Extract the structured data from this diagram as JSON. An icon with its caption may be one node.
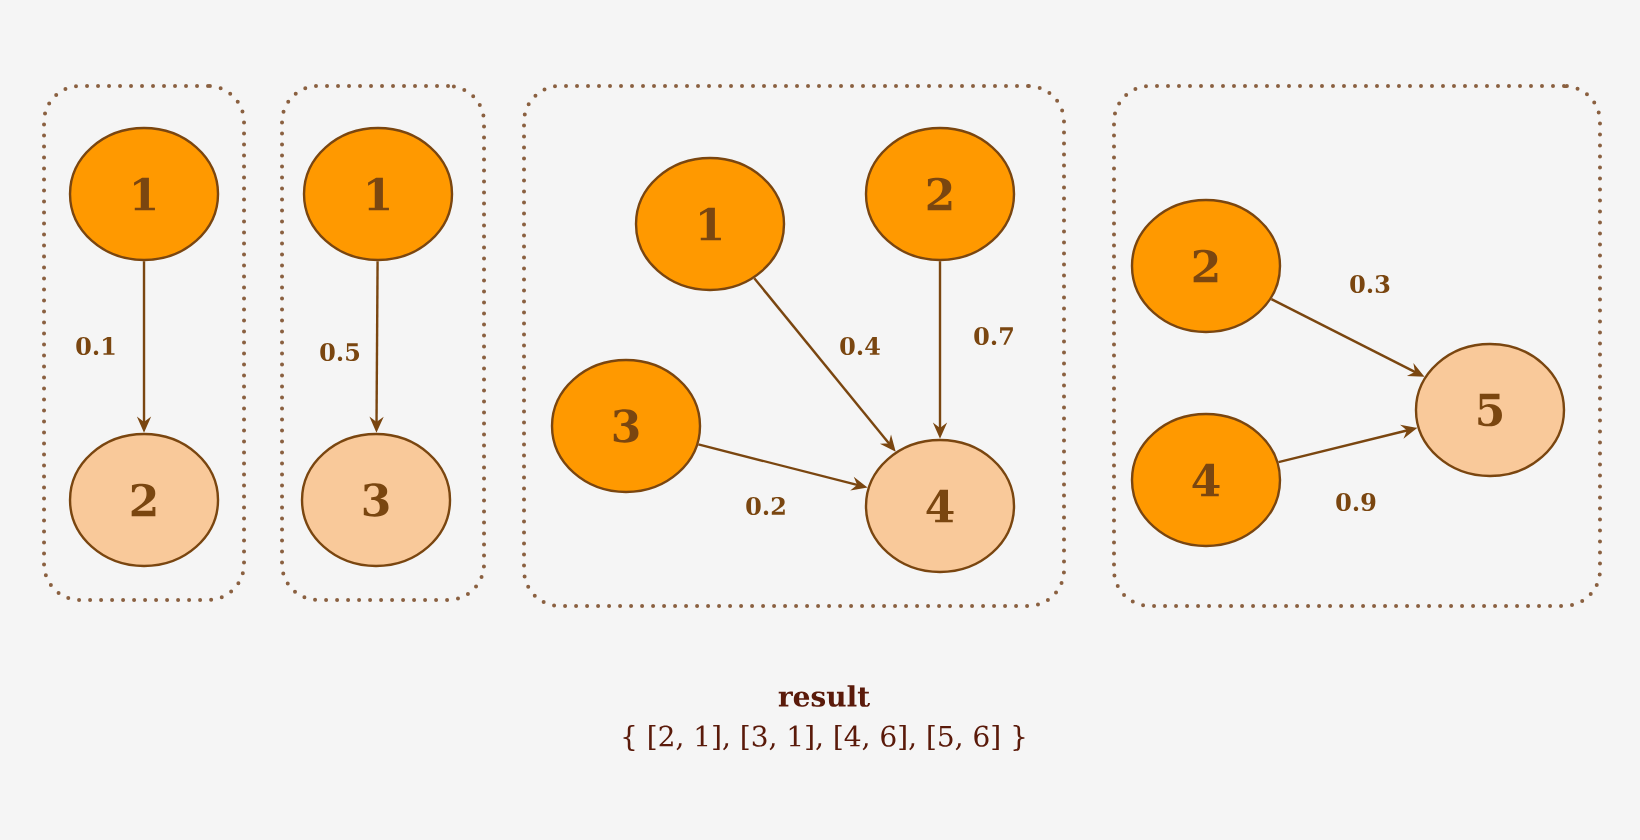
{
  "diagram": {
    "nodes": [
      {
        "text": [],
        "shape": "box"
      },
      {
        "text": [
          "1"
        ],
        "in": 0
      },
      {
        "text": [
          "2"
        ],
        "in": 0
      },
      {
        "text": [],
        "shape": "box"
      },
      {
        "text": [
          "1"
        ],
        "in": 3
      },
      {
        "text": [
          "3"
        ],
        "in": 3
      },
      {
        "text": [],
        "shape": "box"
      },
      {
        "text": [
          "1"
        ],
        "in": 6
      },
      {
        "text": [
          "2"
        ],
        "in": 6
      },
      {
        "text": [
          "3"
        ],
        "in": 6
      },
      {
        "text": [
          "4"
        ],
        "in": 6
      },
      {
        "text": [],
        "shape": "box"
      },
      {
        "text": [
          "2"
        ],
        "in": 11
      },
      {
        "text": [
          "4"
        ],
        "in": 11
      },
      {
        "text": [
          "5"
        ],
        "in": 11
      }
    ],
    "edges": [
      {
        "from": 1,
        "to": 2,
        "arrow": "to",
        "label": "0.1"
      },
      {
        "from": 4,
        "to": 5,
        "arrow": "to",
        "label": "0.5"
      },
      {
        "from": 7,
        "to": 10,
        "arrow": "to",
        "label": "0.4"
      },
      {
        "from": 8,
        "to": 10,
        "arrow": "to",
        "label": "0.7"
      },
      {
        "from": 9,
        "to": 10,
        "arrow": "to",
        "label": "0.2"
      },
      {
        "from": 12,
        "to": 14,
        "arrow": "to",
        "label": "0.3"
      },
      {
        "from": 13,
        "to": 14,
        "arrow": "to",
        "label": "0.9"
      }
    ],
    "labels": [
      "result",
      "{ [2, 1], [3, 1], [4, 6], [5, 6] }"
    ]
  }
}
